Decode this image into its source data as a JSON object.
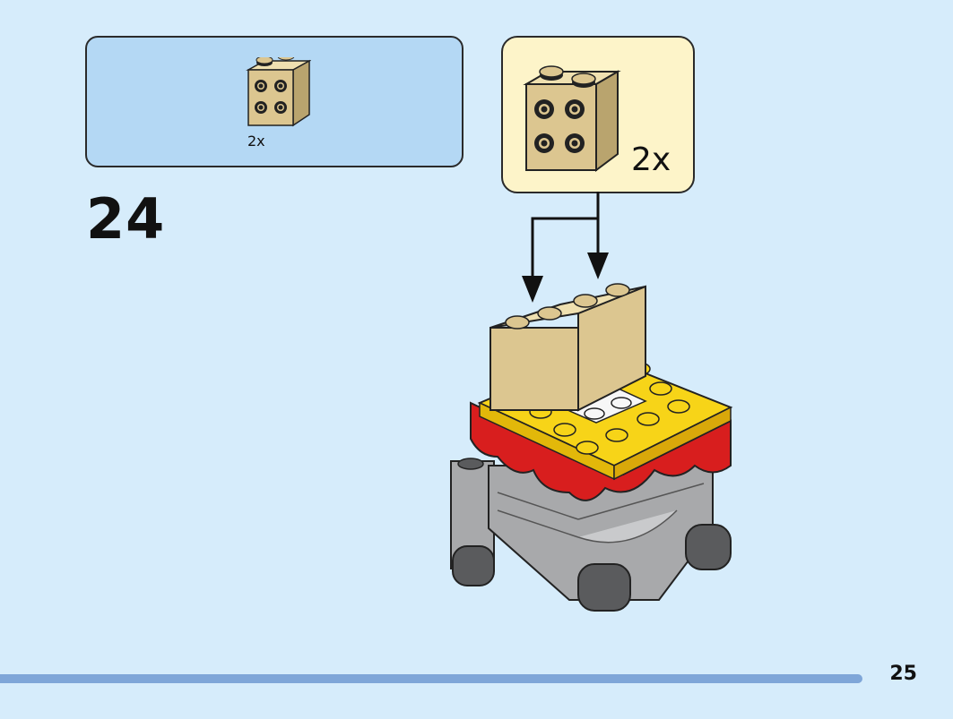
{
  "parts_list": {
    "quantity": "2x",
    "part_icon": "tan-brick-1x2-studs-on-side-icon",
    "part_color": "#d9c48e"
  },
  "step": {
    "number": "24"
  },
  "callout": {
    "quantity": "2x",
    "part_icon": "tan-brick-1x2-studs-on-side-icon",
    "background": "#fdf4c9"
  },
  "model": {
    "colors": {
      "tan": "#dcc690",
      "yellow": "#f7d418",
      "red": "#d81e1e",
      "white": "#f7f7f7",
      "grey": "#a8a9ab",
      "dark_grey": "#5a5b5d"
    }
  },
  "footer": {
    "page_number": "25"
  }
}
